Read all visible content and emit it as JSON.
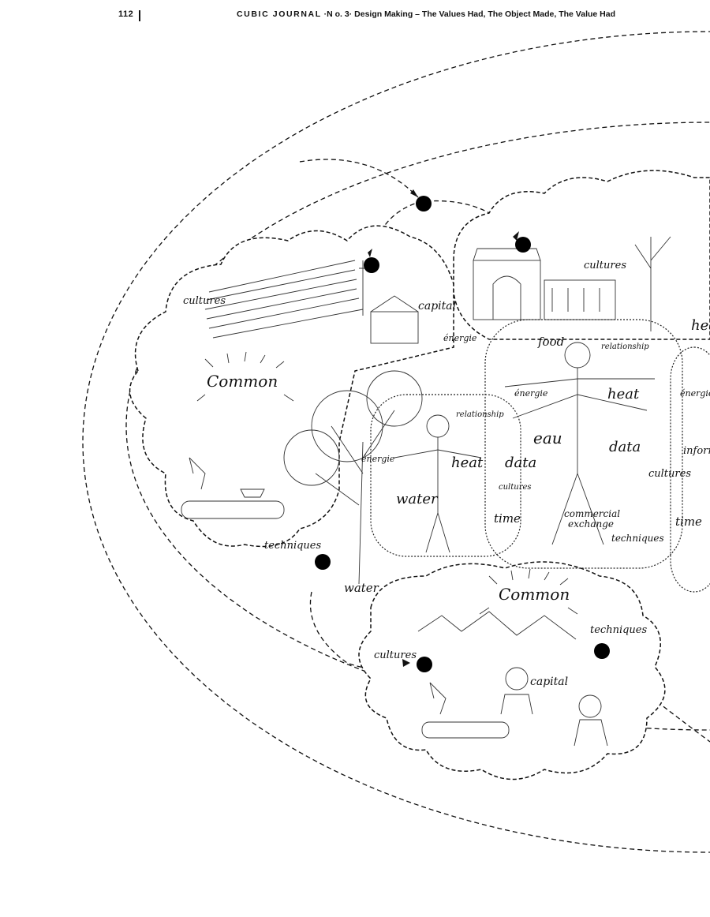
{
  "header": {
    "page_number": "112",
    "journal": "CUBIC JOURNAL",
    "issue": "·N o. 3·",
    "article_title": "Design Making – The Values Had, The Object Made, The Value Had"
  },
  "illustration": {
    "labels": {
      "cultures_top_left": "cultures",
      "cultures_top_right": "cultures",
      "cultures_right": "cultures",
      "cultures_bottom": "cultures",
      "cultures_small": "cultures",
      "capital_top": "capital",
      "capital_bottom": "capital",
      "common_top": "Common",
      "common_bottom": "Common",
      "techniques_left": "techniques",
      "techniques_center": "techniques",
      "techniques_bottom": "techniques",
      "water_center": "water",
      "water_path": "water",
      "energie_1": "énergie",
      "energie_2": "énergie",
      "energie_3": "énergie",
      "energie_4": "énergie",
      "relationship_1": "relationship",
      "relationship_2": "relationship",
      "heat_1": "heat",
      "heat_2": "heat",
      "data_1": "data",
      "data_2": "data",
      "eau": "eau",
      "food": "food",
      "time_1": "time",
      "time_2": "time",
      "commercial_exchange_1": "commercial",
      "commercial_exchange_2": "exchange",
      "information_partial": "inform",
      "heat_partial": "hea"
    }
  }
}
